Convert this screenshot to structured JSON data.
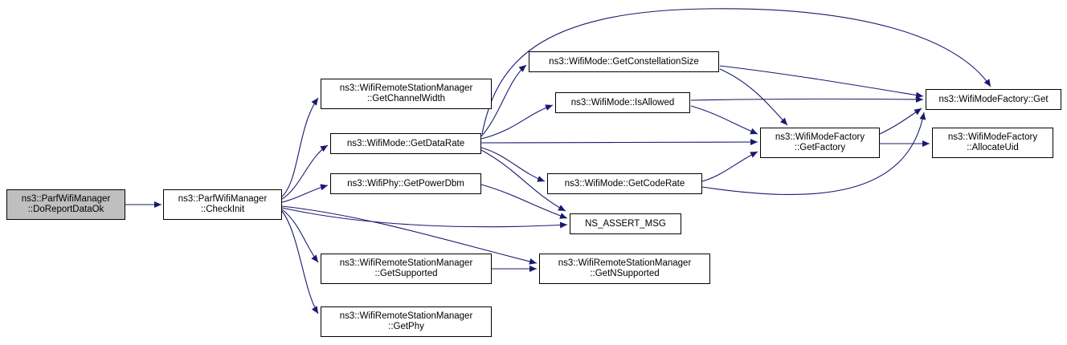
{
  "diagram": {
    "type": "call-graph",
    "edge_color": "#191970",
    "node_border_color": "#000000",
    "node_fill": "#ffffff",
    "highlight_fill": "#bfbfbf",
    "nodes": [
      {
        "id": "DoReportDataOk",
        "label": [
          "ns3::ParfWifiManager",
          "::DoReportDataOk"
        ],
        "highlight": true
      },
      {
        "id": "CheckInit",
        "label": [
          "ns3::ParfWifiManager",
          "::CheckInit"
        ]
      },
      {
        "id": "GetChannelWidth",
        "label": [
          "ns3::WifiRemoteStationManager",
          "::GetChannelWidth"
        ]
      },
      {
        "id": "GetDataRate",
        "label": [
          "ns3::WifiMode::GetDataRate"
        ]
      },
      {
        "id": "GetPowerDbm",
        "label": [
          "ns3::WifiPhy::GetPowerDbm"
        ]
      },
      {
        "id": "GetSupported",
        "label": [
          "ns3::WifiRemoteStationManager",
          "::GetSupported"
        ]
      },
      {
        "id": "GetPhy",
        "label": [
          "ns3::WifiRemoteStationManager",
          "::GetPhy"
        ]
      },
      {
        "id": "GetConstellationSize",
        "label": [
          "ns3::WifiMode::GetConstellationSize"
        ]
      },
      {
        "id": "IsAllowed",
        "label": [
          "ns3::WifiMode::IsAllowed"
        ]
      },
      {
        "id": "GetCodeRate",
        "label": [
          "ns3::WifiMode::GetCodeRate"
        ]
      },
      {
        "id": "NS_ASSERT_MSG",
        "label": [
          "NS_ASSERT_MSG"
        ]
      },
      {
        "id": "GetNSupported",
        "label": [
          "ns3::WifiRemoteStationManager",
          "::GetNSupported"
        ]
      },
      {
        "id": "GetFactory",
        "label": [
          "ns3::WifiModeFactory",
          "::GetFactory"
        ]
      },
      {
        "id": "Get",
        "label": [
          "ns3::WifiModeFactory::Get"
        ]
      },
      {
        "id": "AllocateUid",
        "label": [
          "ns3::WifiModeFactory",
          "::AllocateUid"
        ]
      }
    ],
    "edges": [
      {
        "from": "DoReportDataOk",
        "to": "CheckInit"
      },
      {
        "from": "CheckInit",
        "to": "GetChannelWidth"
      },
      {
        "from": "CheckInit",
        "to": "GetDataRate"
      },
      {
        "from": "CheckInit",
        "to": "GetPowerDbm"
      },
      {
        "from": "CheckInit",
        "to": "NS_ASSERT_MSG"
      },
      {
        "from": "CheckInit",
        "to": "GetSupported"
      },
      {
        "from": "CheckInit",
        "to": "GetNSupported"
      },
      {
        "from": "CheckInit",
        "to": "GetPhy"
      },
      {
        "from": "GetDataRate",
        "to": "GetConstellationSize"
      },
      {
        "from": "GetDataRate",
        "to": "IsAllowed"
      },
      {
        "from": "GetDataRate",
        "to": "GetCodeRate"
      },
      {
        "from": "GetDataRate",
        "to": "GetFactory"
      },
      {
        "from": "GetDataRate",
        "to": "Get"
      },
      {
        "from": "GetDataRate",
        "to": "NS_ASSERT_MSG"
      },
      {
        "from": "GetPowerDbm",
        "to": "NS_ASSERT_MSG"
      },
      {
        "from": "GetSupported",
        "to": "GetNSupported"
      },
      {
        "from": "GetConstellationSize",
        "to": "Get"
      },
      {
        "from": "GetConstellationSize",
        "to": "GetFactory"
      },
      {
        "from": "IsAllowed",
        "to": "Get"
      },
      {
        "from": "IsAllowed",
        "to": "GetFactory"
      },
      {
        "from": "GetCodeRate",
        "to": "GetFactory"
      },
      {
        "from": "GetCodeRate",
        "to": "Get"
      },
      {
        "from": "GetFactory",
        "to": "Get"
      },
      {
        "from": "GetFactory",
        "to": "AllocateUid"
      }
    ]
  }
}
